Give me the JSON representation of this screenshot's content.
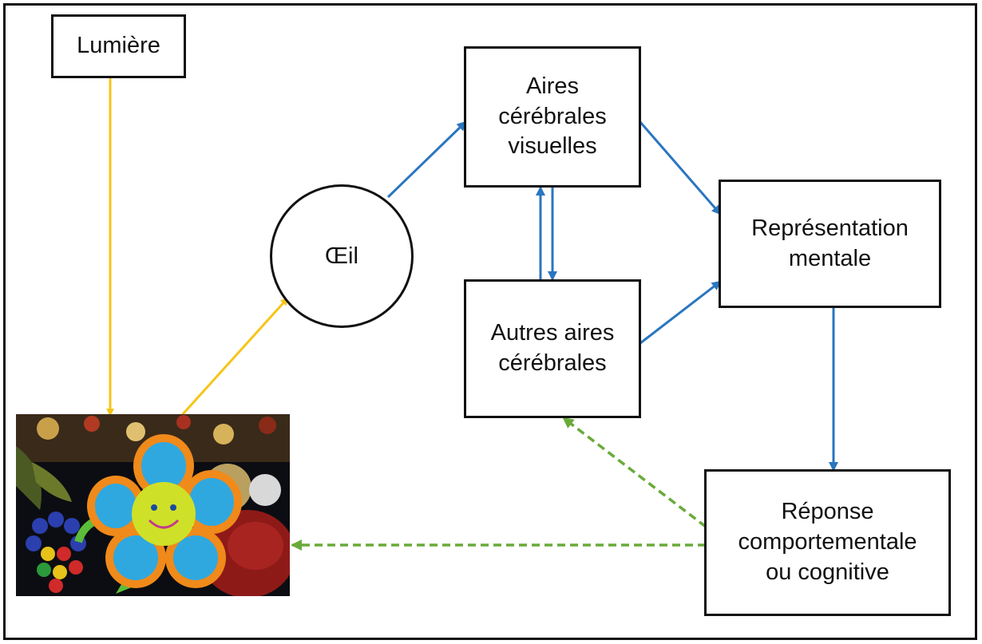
{
  "nodes": {
    "lumiere": "Lumière",
    "oeil": "Œil",
    "aires_visuelles": "Aires\ncérébrales\nvisuelles",
    "autres_aires": "Autres aires\ncérébrales",
    "representation": "Représentation\nmentale",
    "reponse": "Réponse\ncomportementale\nou cognitive"
  },
  "colors": {
    "light_path": "#f5c518",
    "neural_path": "#2a76c0",
    "feedback_path": "#6aaa3a"
  },
  "photo": {
    "subject": "plush-flower-toy"
  }
}
